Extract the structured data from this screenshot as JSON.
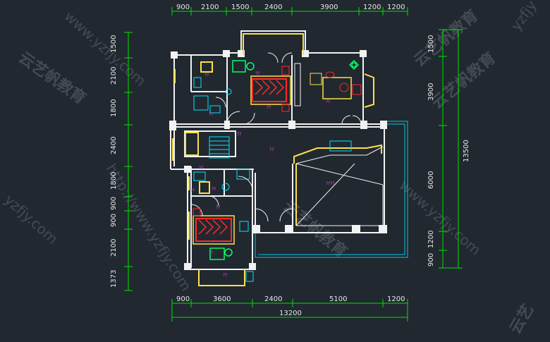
{
  "plan": {
    "top_dims": [
      "900",
      "2100",
      "1500",
      "2400",
      "3900",
      "1200",
      "1200"
    ],
    "bottom_dims": [
      "900",
      "3600",
      "2400",
      "5100",
      "1200"
    ],
    "bottom_total": "13200",
    "left_dims": [
      "1500",
      "2100",
      "1800",
      "2400",
      "1800",
      "900",
      "900",
      "2100",
      "1373"
    ],
    "right_dims": [
      "1500",
      "3900",
      "6000",
      "1200",
      "900"
    ],
    "right_total": "13500",
    "room_marks": [
      "??",
      "??",
      "??",
      "??",
      "??",
      "??",
      "??",
      "??",
      "????",
      "??",
      "??",
      "??",
      "??",
      "??"
    ]
  },
  "watermark": {
    "site_1": "www.yzfjy.com",
    "site_2": "http://www.yzfjy.com",
    "site_3": "yzfjy.com",
    "site_4": "yzfjy",
    "brand_1": "云艺帆教育",
    "brand_2": "云艺帆教育",
    "brand_3": "云艺帆教育",
    "brand_4": "云艺帆教育",
    "brand_5": "云艺"
  },
  "colors": {
    "background": "#212830",
    "dimension_line": "#00e000",
    "wall": "#f2f2f2",
    "window": "#00e5ff",
    "fixture": "#ffe04a",
    "bed": "#ff2a2a",
    "room_mark": "#ff44ff"
  }
}
